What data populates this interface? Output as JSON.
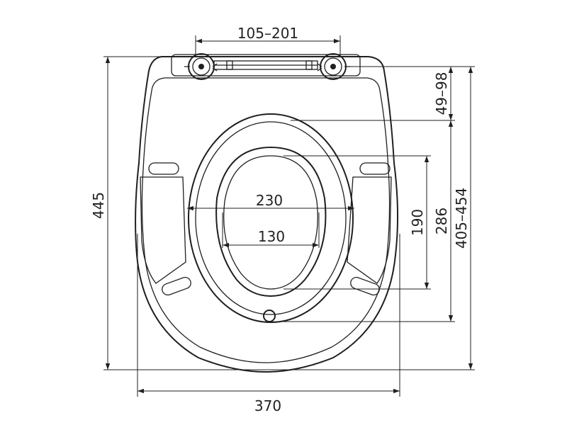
{
  "diagram": {
    "dimensions": {
      "hinge_spacing": "105–201",
      "width": "370",
      "inner_width": "230",
      "opening_width": "130",
      "opening_length": "190",
      "hole_distance": "286",
      "hinge_to_front": "405–454",
      "hinge_offset": "49–98",
      "total_length": "445"
    },
    "colors": {
      "line": "#1f1f1f",
      "background": "#ffffff"
    }
  }
}
